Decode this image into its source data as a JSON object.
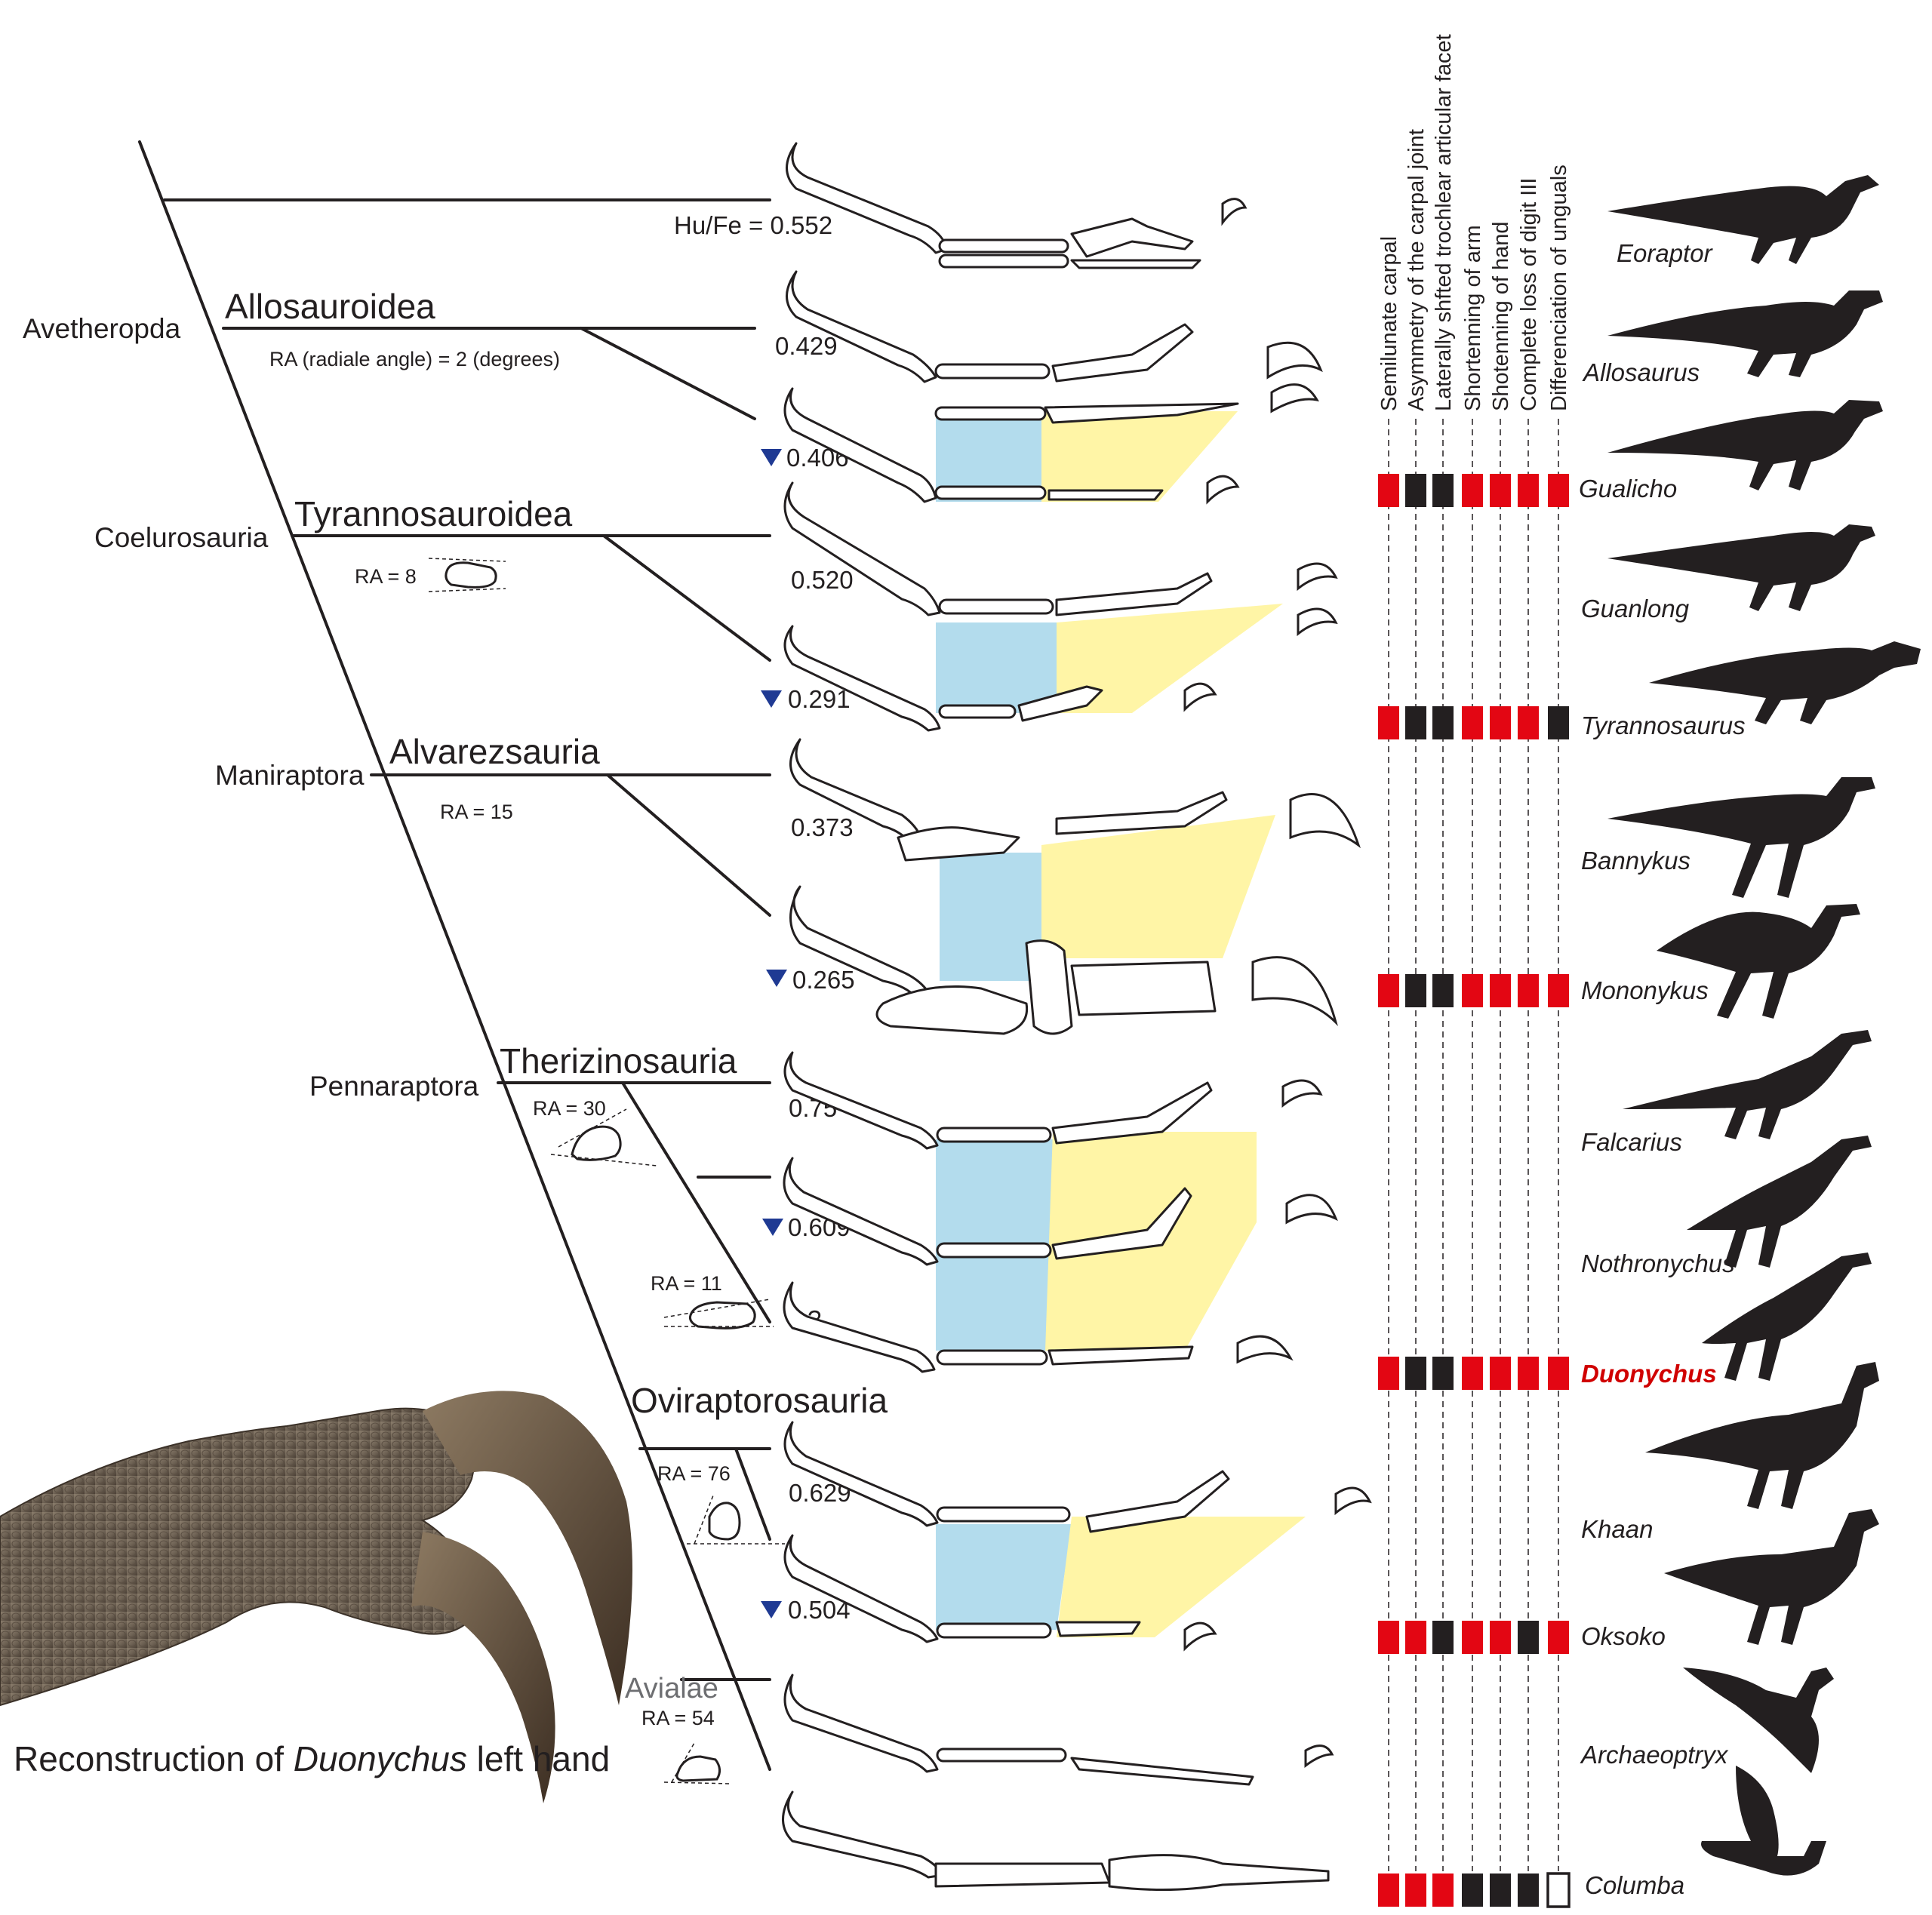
{
  "tree": {
    "hu_fe_label": "Hu/Fe = 0.552",
    "clades": {
      "avetheropda": "Avetheropda",
      "allosauroidea": "Allosauroidea",
      "coelurosauria": "Coelurosauria",
      "tyrannosauroidea": "Tyrannosauroidea",
      "maniraptora": "Maniraptora",
      "alvarezsauria": "Alvarezsauria",
      "pennaraptora": "Pennaraptora",
      "therizinosauria": "Therizinosauria",
      "oviraptorosauria": "Oviraptorosauria",
      "avialae": "Avialae"
    },
    "ra_labels": {
      "allosauroidea": "RA (radiale angle) = 2 (degrees)",
      "tyrannosauroidea": "RA = 8",
      "alvarezsauria": "RA = 15",
      "therizinosauria": "RA = 30",
      "therizino_inner": "RA = 11",
      "oviraptorosauria": "RA = 76",
      "avialae": "RA = 54"
    },
    "ratios": [
      "0.429",
      "0.406",
      "0.520",
      "0.291",
      "0.373",
      "0.265",
      "0.75",
      "0.609",
      "?",
      "0.629",
      "0.504"
    ]
  },
  "characters": [
    "Semilunate carpal",
    "Asymmetry of the carpal joint",
    "Laterally shfted trochlear articular facet",
    "Shortenning of arm",
    "Shotenning of hand",
    "Complete loss of digit III",
    "Differenciation of unguals"
  ],
  "taxa": [
    "Eoraptor",
    "Allosaurus",
    "Gualicho",
    "Guanlong",
    "Tyrannosaurus",
    "Bannykus",
    "Mononykus",
    "Falcarius",
    "Nothronychus",
    "Duonychus",
    "Khaan",
    "Oksoko",
    "Archaeoptryx",
    "Columba"
  ],
  "matrix": [
    {
      "taxon": "Gualicho",
      "states": [
        "red",
        "black",
        "black",
        "red",
        "red",
        "red",
        "red"
      ]
    },
    {
      "taxon": "Tyrannosaurus",
      "states": [
        "red",
        "black",
        "black",
        "red",
        "red",
        "red",
        "black"
      ]
    },
    {
      "taxon": "Mononykus",
      "states": [
        "red",
        "black",
        "black",
        "red",
        "red",
        "red",
        "red"
      ]
    },
    {
      "taxon": "Duonychus",
      "states": [
        "red",
        "black",
        "black",
        "red",
        "red",
        "red",
        "red"
      ]
    },
    {
      "taxon": "Oksoko",
      "states": [
        "red",
        "red",
        "black",
        "red",
        "red",
        "black",
        "red"
      ]
    },
    {
      "taxon": "Columba",
      "states": [
        "red",
        "red",
        "red",
        "black",
        "black",
        "black",
        "empty"
      ]
    }
  ],
  "caption": {
    "prefix": "Reconstruction of ",
    "italic": "Duonychus",
    "suffix": " left hand"
  },
  "colors": {
    "red": "#e30613",
    "black": "#231f20",
    "blue_region": "#b3dced",
    "yellow_region": "#fff5a6",
    "triangle": "#1f3a93",
    "highlight_taxon": "#d00000",
    "avialae_gray": "#6d6e71"
  }
}
